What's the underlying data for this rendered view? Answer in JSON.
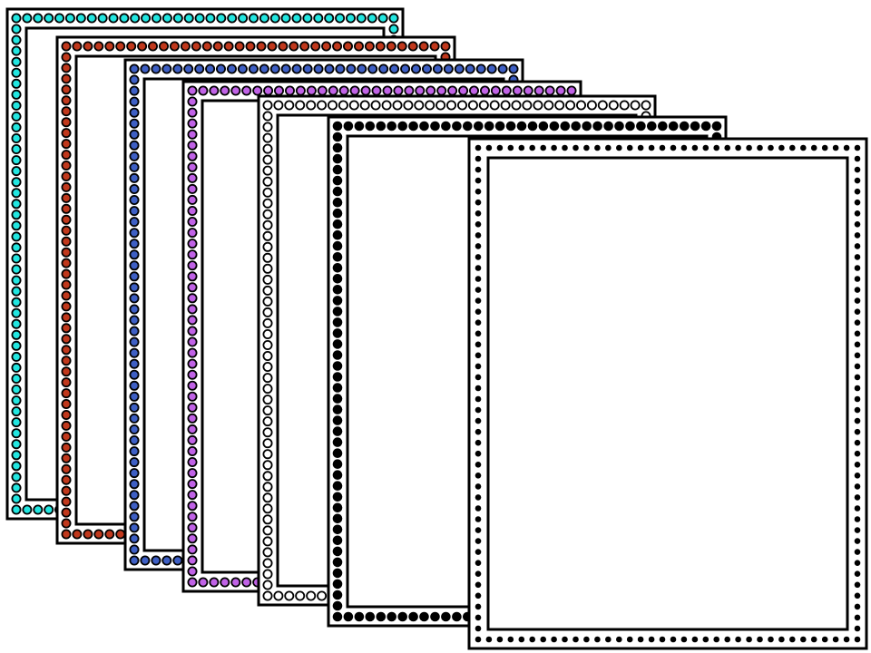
{
  "frames": [
    {
      "name": "cyan-dot-frame",
      "dot_style": "outlined-filled",
      "dot_color": "#22e6e0"
    },
    {
      "name": "red-dot-frame",
      "dot_style": "outlined-filled",
      "dot_color": "#c0381c"
    },
    {
      "name": "blue-dot-frame",
      "dot_style": "outlined-filled",
      "dot_color": "#3e5fc4"
    },
    {
      "name": "purple-dot-frame",
      "dot_style": "outlined-filled",
      "dot_color": "#c062e6"
    },
    {
      "name": "white-dot-frame",
      "dot_style": "outlined-filled",
      "dot_color": "#ffffff"
    },
    {
      "name": "black-dot-frame",
      "dot_style": "solid",
      "dot_color": "#000000"
    },
    {
      "name": "small-black-dot-frame",
      "dot_style": "small-solid",
      "dot_color": "#000000"
    }
  ],
  "colors": {
    "border": "#000000",
    "paper": "#ffffff"
  }
}
